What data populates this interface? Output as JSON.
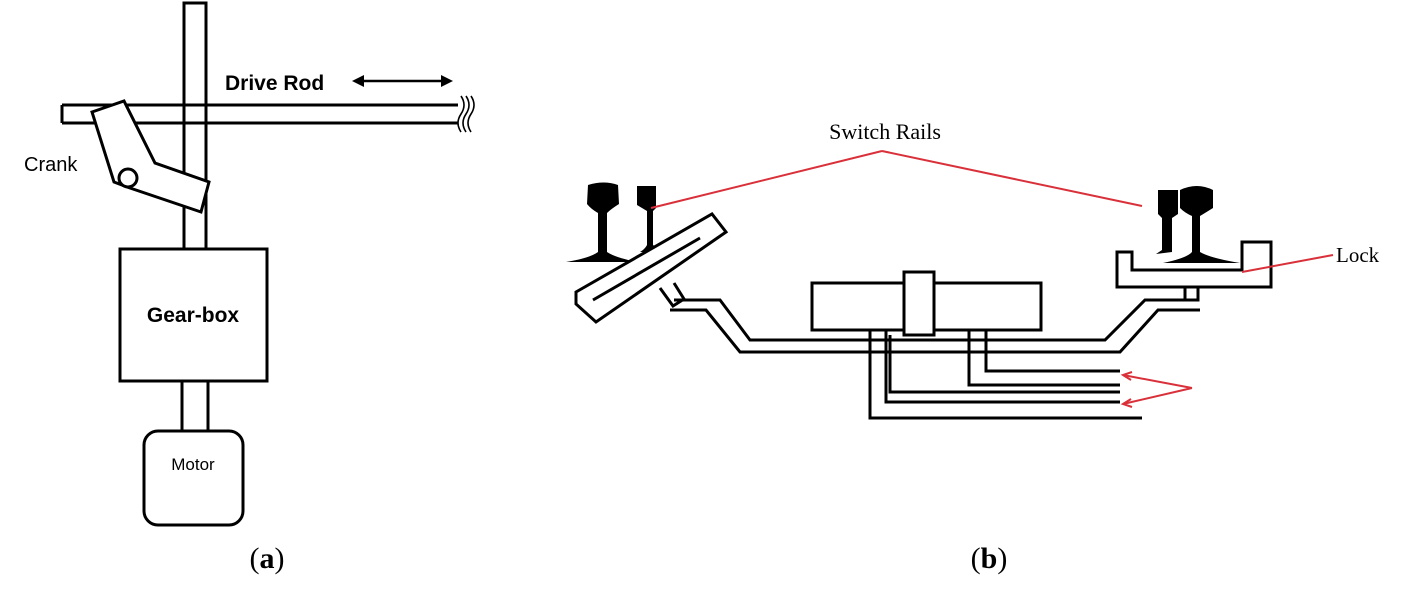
{
  "panel_a": {
    "caption_open": "(",
    "caption_letter": "a",
    "caption_close": ")",
    "labels": {
      "drive_rod": "Drive Rod",
      "crank": "Crank",
      "gear_box": "Gear-box",
      "motor": "Motor"
    }
  },
  "panel_b": {
    "caption_open": "(",
    "caption_letter": "b",
    "caption_close": ")",
    "labels": {
      "switch_rails": "Switch Rails",
      "lock": "Lock"
    }
  },
  "colors": {
    "line": "#000000",
    "annotation": "#d9303a",
    "background": "#ffffff"
  }
}
